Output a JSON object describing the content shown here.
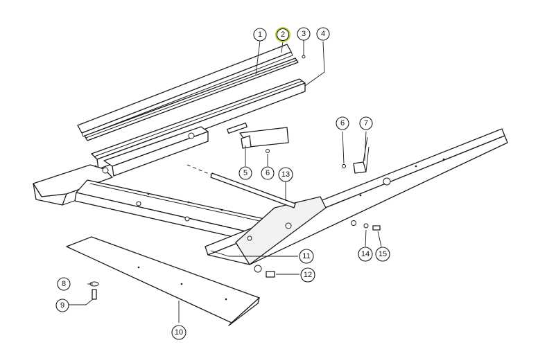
{
  "colors": {
    "highlight": "#b5d334",
    "line": "#1a1a1a",
    "background": "#ffffff"
  },
  "callouts": [
    {
      "label": "1",
      "highlighted": false
    },
    {
      "label": "2",
      "highlighted": true
    },
    {
      "label": "3",
      "highlighted": false
    },
    {
      "label": "4",
      "highlighted": false
    },
    {
      "label": "5",
      "highlighted": false
    },
    {
      "label": "6",
      "highlighted": false
    },
    {
      "label": "6",
      "highlighted": false
    },
    {
      "label": "7",
      "highlighted": false
    },
    {
      "label": "8",
      "highlighted": false
    },
    {
      "label": "9",
      "highlighted": false
    },
    {
      "label": "10",
      "highlighted": false
    },
    {
      "label": "11",
      "highlighted": false
    },
    {
      "label": "12",
      "highlighted": false
    },
    {
      "label": "13",
      "highlighted": false
    },
    {
      "label": "14",
      "highlighted": false
    },
    {
      "label": "15",
      "highlighted": false
    }
  ]
}
